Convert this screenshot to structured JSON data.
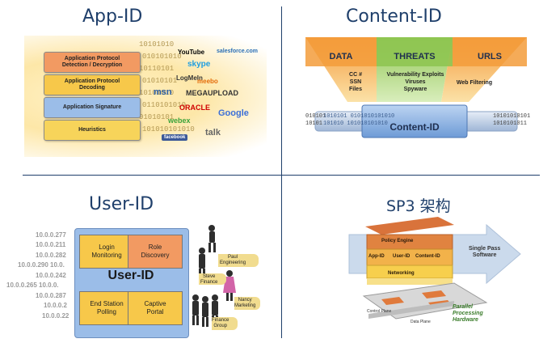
{
  "titles": {
    "app_id": "App-ID",
    "content_id": "Content-ID",
    "user_id": "User-ID",
    "sp3": "SP3 架构"
  },
  "app_id": {
    "layers": [
      {
        "label": "Application Protocol\nDetection / Decryption",
        "color": "#f29a62"
      },
      {
        "label": "Application Protocol\nDecoding",
        "color": "#f7c84a"
      },
      {
        "label": "Application Signature",
        "color": "#9bbde8"
      },
      {
        "label": "Heuristics",
        "color": "#f7d45a"
      }
    ],
    "binary": [
      "10101010",
      "010101010",
      "10110101",
      "01010101",
      "10101010",
      "0110101010",
      "01010101",
      "101010101010"
    ],
    "logos": [
      {
        "text": "YouTube",
        "color": "#c00000"
      },
      {
        "text": "skype",
        "color": "#1f9ee0"
      },
      {
        "text": "salesforce.com",
        "color": "#2a6fb5"
      },
      {
        "text": "LogMeIn",
        "color": "#333333"
      },
      {
        "text": "meebo",
        "color": "#e46c0a"
      },
      {
        "text": "msn",
        "color": "#2a5fa8"
      },
      {
        "text": "MEGAUPLOAD",
        "color": "#333333"
      },
      {
        "text": "ORACLE",
        "color": "#d00000"
      },
      {
        "text": "Google",
        "color": "#3b6fd8"
      },
      {
        "text": "webex",
        "color": "#3ba33b"
      },
      {
        "text": "talk",
        "color": "#666666"
      },
      {
        "text": "facebook",
        "color": "#ffffff"
      }
    ]
  },
  "content_id": {
    "columns": [
      {
        "header": "DATA",
        "body": "CC #\nSSN\nFiles",
        "color": "#f39c3b"
      },
      {
        "header": "THREATS",
        "body": "Vulnerability Exploits\nViruses\nSpyware",
        "color": "#9ccc5a"
      },
      {
        "header": "URLS",
        "body": "Web Filtering",
        "color": "#f39c3b"
      }
    ],
    "engine_label": "Content-ID",
    "binary_left": [
      "010101",
      "10101"
    ],
    "binary_right": [
      "10101010101",
      "1010101011"
    ],
    "pipe_bits": [
      "1010101 0101010101010",
      "101010 101010101010"
    ]
  },
  "user_id": {
    "center_label": "User-ID",
    "boxes": [
      {
        "label": "Login\nMonitoring",
        "color": "#f7c84a"
      },
      {
        "label": "Role\nDiscovery",
        "color": "#f29a62"
      },
      {
        "label": "End Station\nPolling",
        "color": "#f7c84a"
      },
      {
        "label": "Captive\nPortal",
        "color": "#f7c84a"
      }
    ],
    "ips": [
      "10.0.0.277",
      "10.0.0.211",
      "10.0.0.282",
      "10.0.0.290  10.0.",
      "10.0.0.242",
      "10.0.0.265  10.0.0.",
      "10.0.0.287",
      "10.0.0.2",
      "10.0.0.22"
    ],
    "people": [
      {
        "label": "Paul\nEngineering"
      },
      {
        "label": "Steve\nFinance"
      },
      {
        "label": "Nancy\nMarketing"
      },
      {
        "label": "Finance\nGroup"
      }
    ]
  },
  "sp3": {
    "layers": [
      "Policy Engine",
      "App-ID",
      "User-ID",
      "Content-ID",
      "Networking"
    ],
    "arrow_label": "Single Pass\nSoftware",
    "parallel_label": "Parallel\nProcessing\nHardware",
    "planes": [
      "Control Plane",
      "Data Plane"
    ]
  },
  "colors": {
    "divider": "#1f3f6b",
    "title": "#1f3f6b"
  }
}
